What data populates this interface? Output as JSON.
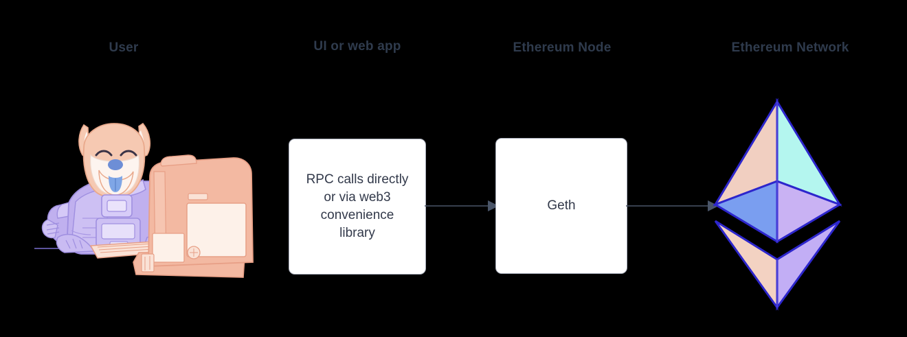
{
  "diagram": {
    "title": "Ethereum application stack flow",
    "background_color": "#000000",
    "headings": [
      {
        "id": "user",
        "label": "User"
      },
      {
        "id": "ui",
        "label": "UI or web app"
      },
      {
        "id": "node",
        "label": "Ethereum Node"
      },
      {
        "id": "network",
        "label": "Ethereum Network"
      }
    ],
    "heading_color": "#2f3b4d",
    "nodes": [
      {
        "id": "rpc",
        "type": "process-box",
        "label": "RPC calls directly\nor via web3\nconvenience\nlibrary",
        "fill": "#ffffff",
        "border": "#a9aebb",
        "text_color": "#32394a"
      },
      {
        "id": "geth",
        "type": "process-box",
        "label": "Geth",
        "fill": "#ffffff",
        "border": "#a9aebb",
        "text_color": "#32394a"
      }
    ],
    "edges": [
      {
        "id": "rpc-to-geth",
        "from": "rpc",
        "to": "geth",
        "style": "solid-arrow",
        "color": "#4a5568"
      },
      {
        "id": "geth-to-net",
        "from": "geth",
        "to": "network",
        "style": "solid-arrow",
        "color": "#4a5568"
      }
    ],
    "illustrations": [
      {
        "id": "mascot",
        "name": "shiba-inu-astronaut-at-computer",
        "description": "Smiling Shiba Inu dog in a purple spacesuit using a retro desktop computer",
        "colors": {
          "fur": "#f6c9b2",
          "muzzle": "#fdf4ef",
          "suit": "#c0b0ef",
          "suit_shadow": "#a392e2",
          "nose": "#6d8ed6",
          "tongue": "#7fa6e6",
          "computer": "#f3b9a2",
          "computer_light": "#fae2d6",
          "screen": "#fdf1e9",
          "outline": "#9f8fe0"
        }
      },
      {
        "id": "eth-logo",
        "name": "ethereum-diamond-logo",
        "description": "Ethereum diamond mark with six shaded facets",
        "colors": {
          "upper_left": "#f1cfc1",
          "upper_right": "#b4f6ef",
          "mid_left": "#7a9ef0",
          "mid_right": "#c9b2f3",
          "lower_left": "#f3d2c2",
          "lower_right": "#c2aef5",
          "outline": "#2d26cc"
        }
      }
    ]
  }
}
